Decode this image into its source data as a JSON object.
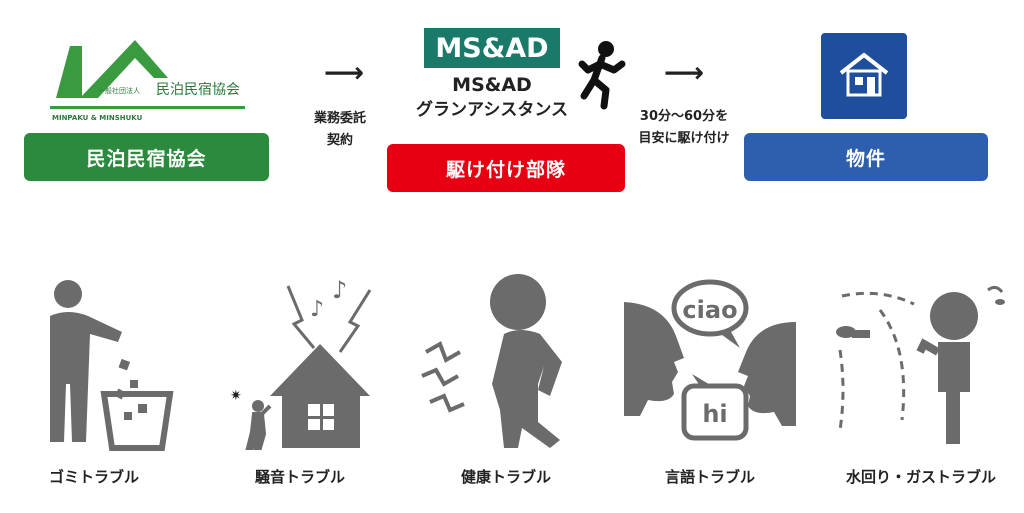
{
  "top": {
    "association": {
      "logo_small": "一般社団法人",
      "logo_name": "民泊民宿協会",
      "logo_sub": "MINPAKU & MINSHUKU",
      "label": "民泊民宿協会"
    },
    "arrow1_text": [
      "業務委託",
      "契約"
    ],
    "msad": {
      "logo": "MS&AD",
      "line1": "MS&AD",
      "line2": "グランアシスタンス",
      "label": "駆け付け部隊"
    },
    "arrow2_text": [
      "30分〜60分を",
      "目安に駆け付け"
    ],
    "property": {
      "label": "物件"
    }
  },
  "troubles": [
    {
      "label": "ゴミトラブル"
    },
    {
      "label": "騒音トラブル"
    },
    {
      "label": "健康トラブル"
    },
    {
      "label": "言語トラブル",
      "bubble1": "ciao",
      "bubble2": "hi"
    },
    {
      "label": "水回り・ガストラブル"
    }
  ],
  "colors": {
    "green": "#2b8a3e",
    "red": "#e60012",
    "blue": "#2d5fae",
    "teal": "#1a7a6a",
    "icon_gray": "#6b6b6b"
  }
}
